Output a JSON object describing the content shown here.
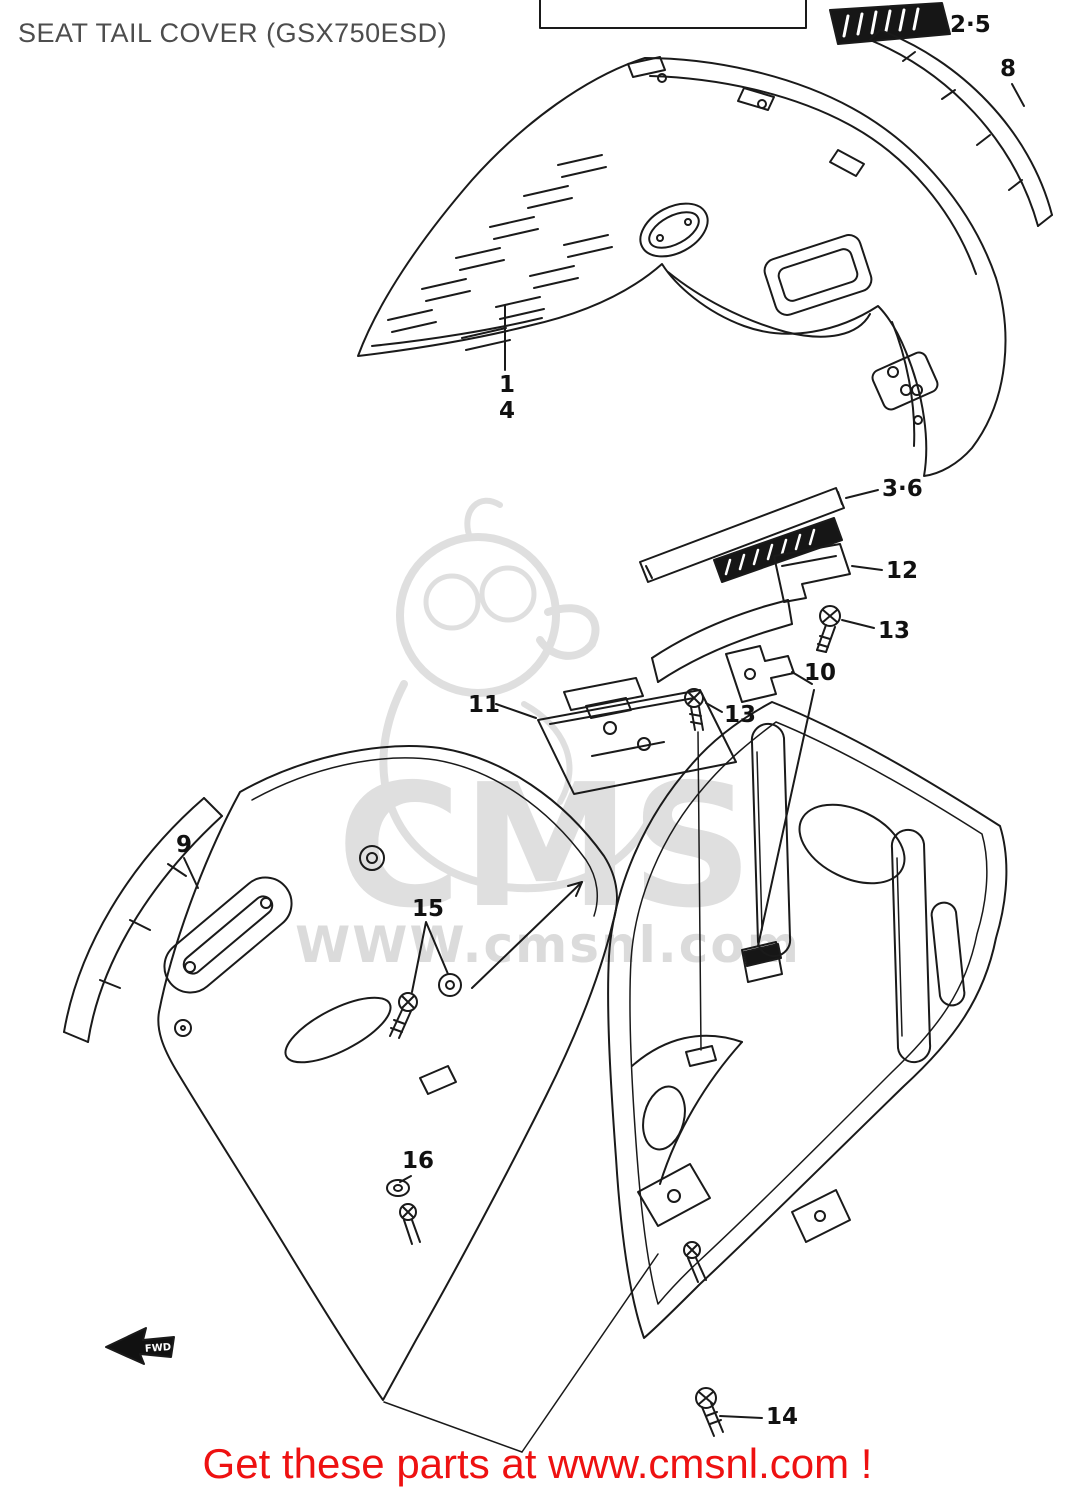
{
  "page": {
    "title": "SEAT TAIL COVER (GSX750ESD)",
    "footer": "Get these parts at www.cmsnl.com !"
  },
  "watermark": {
    "logo_text": "CMS",
    "url_text": "WWW.cmsnl.com"
  },
  "diagram": {
    "fwd_marker": "FWD",
    "labels": {
      "part_2_5": "2·5",
      "part_8": "8",
      "part_1": "1",
      "part_4": "4",
      "part_3_6": "3·6",
      "part_12": "12",
      "part_13_upper": "13",
      "part_10": "10",
      "part_11": "11",
      "part_13_lower": "13",
      "part_9": "9",
      "part_15": "15",
      "part_16": "16",
      "part_14": "14"
    }
  },
  "colors": {
    "line_black": "#1a1a1a",
    "footer_red": "#ee1111",
    "title_gray": "#4d4d4d",
    "watermark_gray": "#dcdcdc"
  }
}
